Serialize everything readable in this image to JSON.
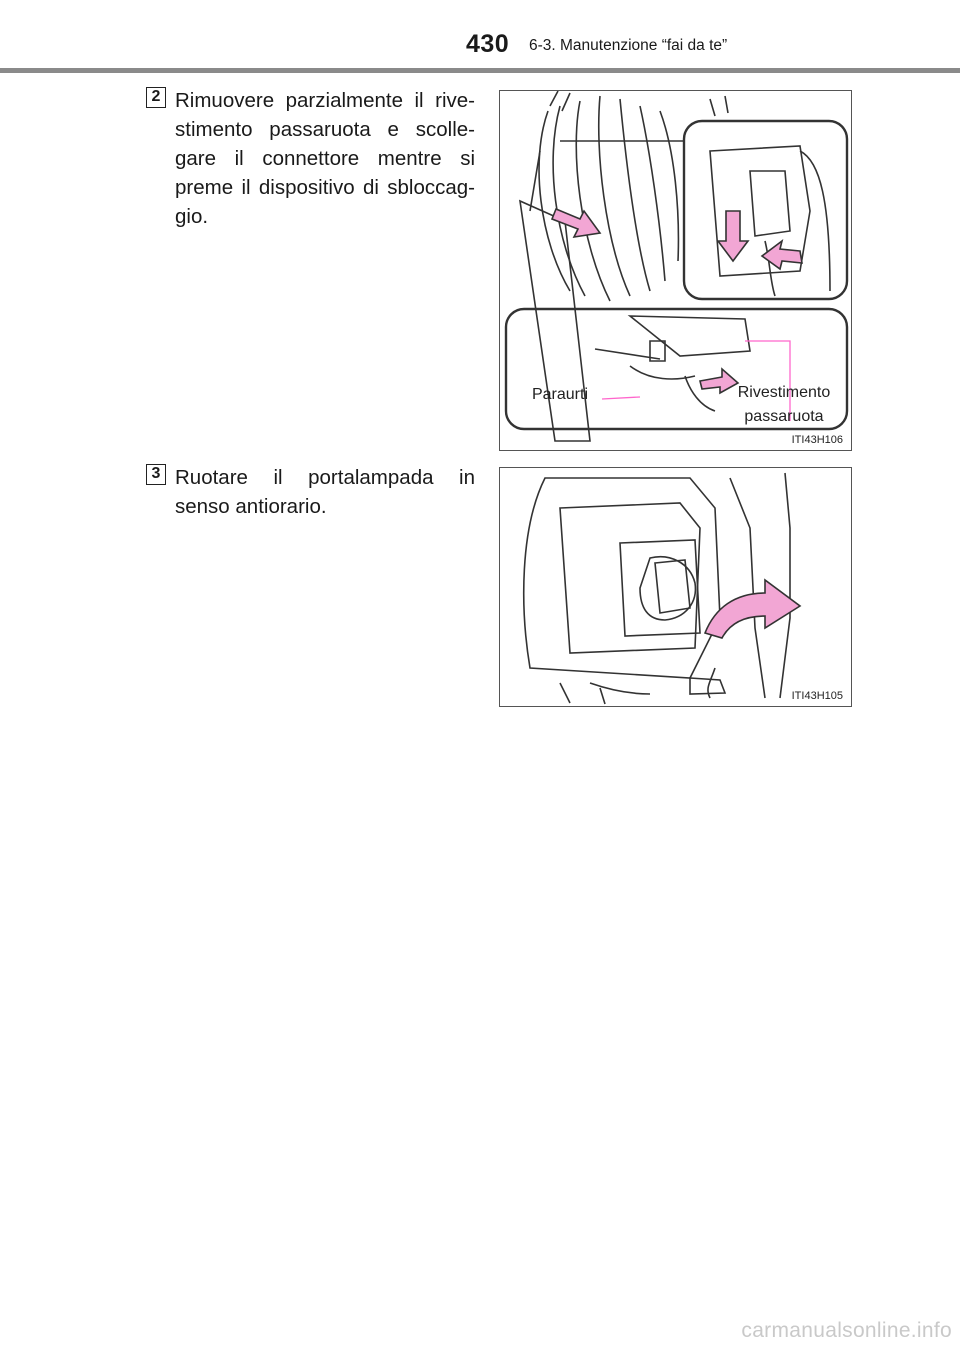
{
  "header": {
    "page_number": "430",
    "section_title": "6-3. Manutenzione “fai da te”"
  },
  "steps": [
    {
      "number": "2",
      "text": "Rimuovere parzialmente il rive- stimento passaruota e scolle- gare il connettore mentre si preme il dispositivo di sbloccag- gio.",
      "figure": {
        "code": "ITI43H106",
        "labels": {
          "bumper": "Paraurti",
          "wheel_liner": "Rivestimento\npassaruota"
        }
      }
    },
    {
      "number": "3",
      "text": "Ruotare il portalampada in senso antiorario.",
      "figure": {
        "code": "ITI43H105"
      }
    }
  ],
  "watermark": "carmanualsonline.info",
  "colors": {
    "arrow_fill": "#f2a6d4",
    "arrow_stroke": "#333333",
    "leader_line": "#ff66cc",
    "rule": "#8a8a8a"
  }
}
